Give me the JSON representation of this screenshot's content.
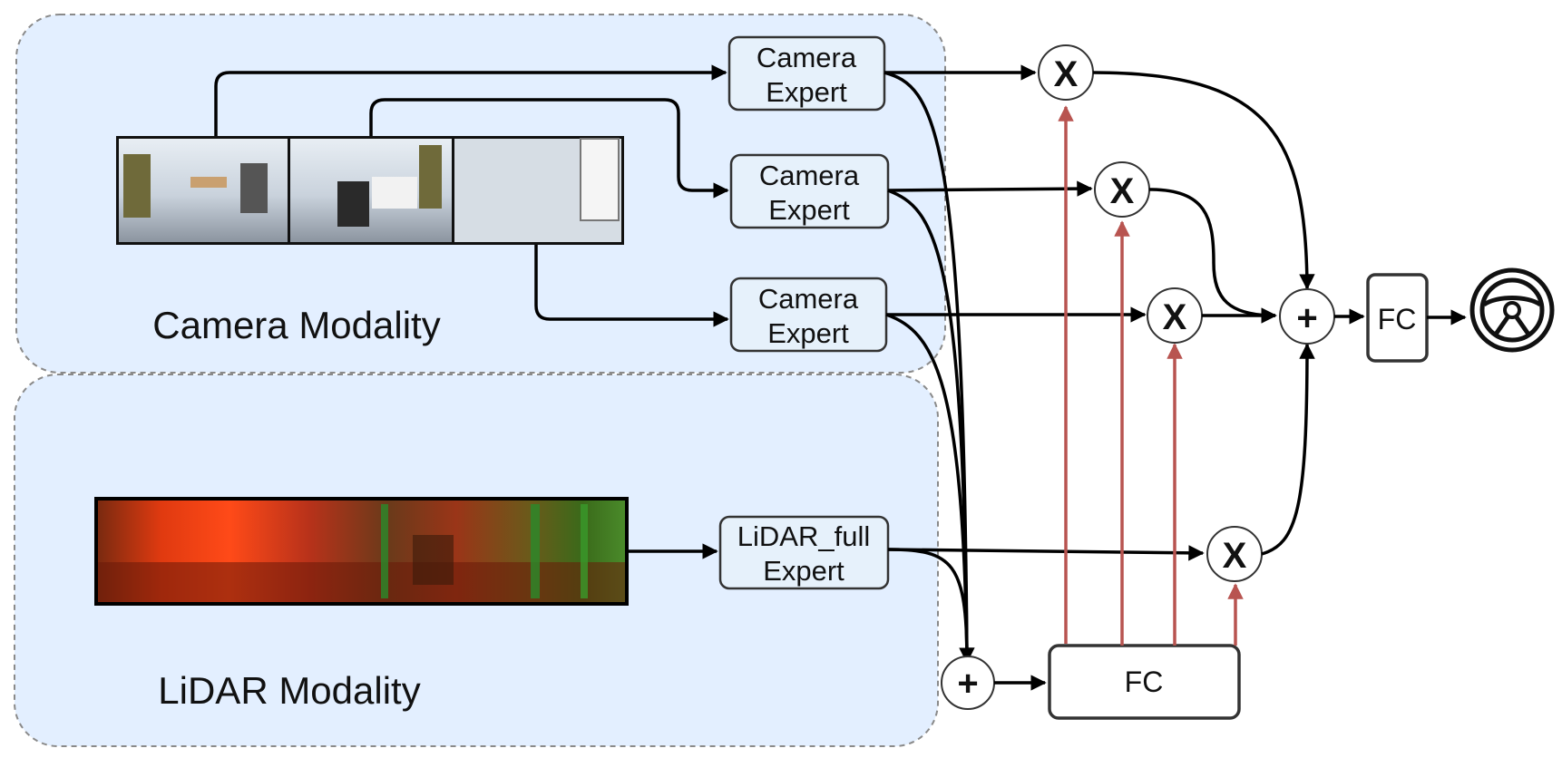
{
  "regions": {
    "camera_label": "Camera Modality",
    "lidar_label": "LiDAR Modality"
  },
  "experts": {
    "camera_1": [
      "Camera",
      "Expert"
    ],
    "camera_2": [
      "Camera",
      "Expert"
    ],
    "camera_3": [
      "Camera",
      "Expert"
    ],
    "lidar": [
      "LiDAR_full",
      "Expert"
    ]
  },
  "ops": {
    "multiply": "X",
    "add": "+"
  },
  "fc": {
    "gate_label": "FC",
    "output_label": "FC"
  },
  "images": {
    "camera_strip": "camera panorama (3 views)",
    "lidar_strip": "LiDAR range image"
  },
  "icons": {
    "output": "steering-wheel-icon"
  },
  "colors": {
    "region_fill": "#e3efff",
    "gate_arrow": "#b85450",
    "main_arrow": "#000000"
  }
}
